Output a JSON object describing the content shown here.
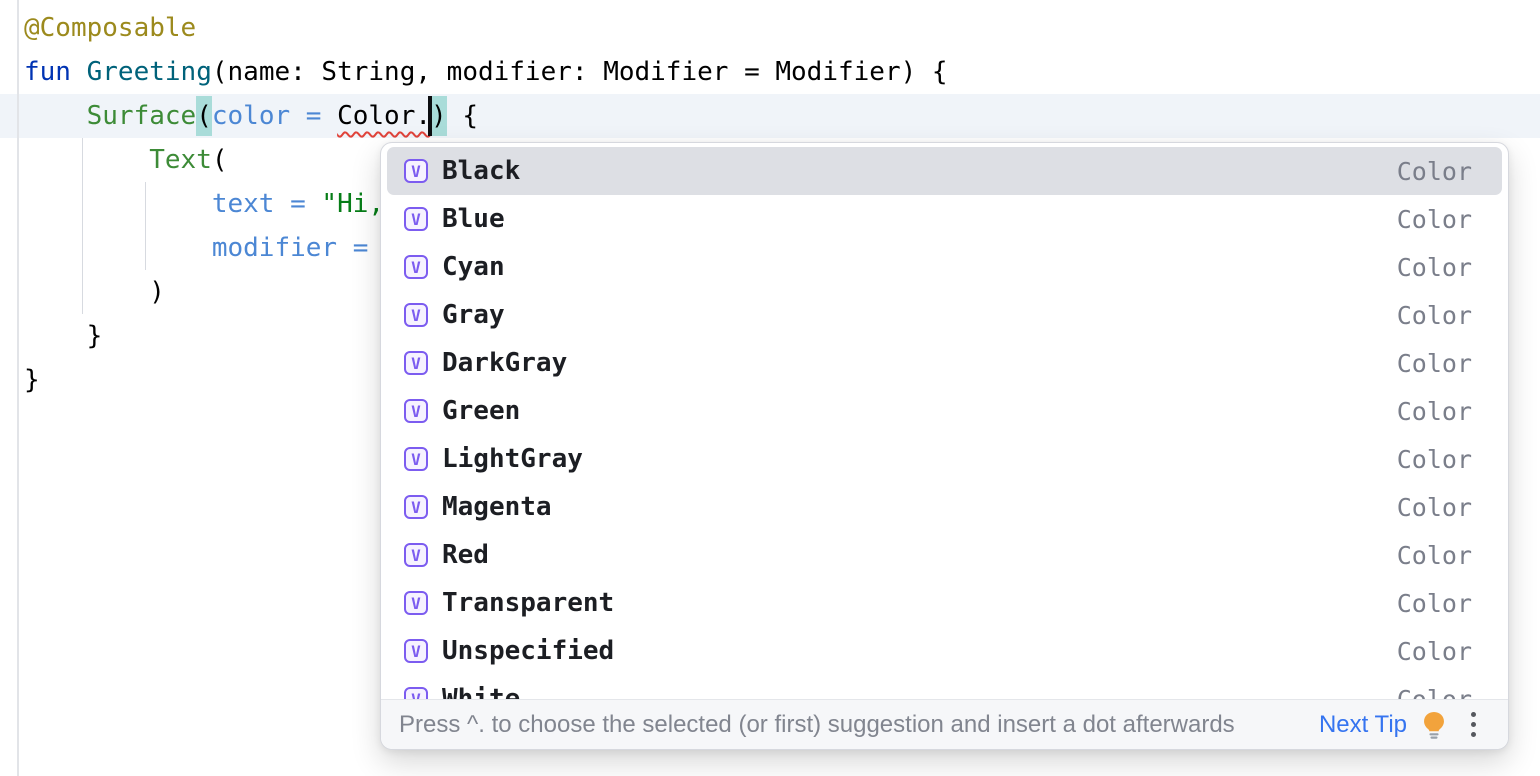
{
  "editor": {
    "background": "#ffffff",
    "current_line_color": "#F0F4F9",
    "caret_color": "#0D0E11",
    "brace_match_color": "#A9DCD9",
    "error_squiggle_color": "#E0433A",
    "token_colors": {
      "annotation": "#9C8A1D",
      "keyword": "#0033B3",
      "function_decl": "#00627A",
      "composable_call": "#3D8B37",
      "named_arg": "#4C87D4",
      "string": "#067D17",
      "plain": "#000000"
    },
    "lines": [
      {
        "tokens": [
          {
            "t": "@Composable",
            "c": "annotation"
          }
        ]
      },
      {
        "tokens": [
          {
            "t": "fun",
            "c": "keyword"
          },
          {
            "t": " ",
            "c": "plain"
          },
          {
            "t": "Greeting",
            "c": "function_decl"
          },
          {
            "t": "(name: String, modifier: Modifier = Modifier) {",
            "c": "plain"
          }
        ]
      },
      {
        "tokens": [
          {
            "t": "    ",
            "c": "plain"
          },
          {
            "t": "Surface",
            "c": "composable_call"
          },
          {
            "t": "(",
            "c": "plain",
            "hl": true
          },
          {
            "t": "color = ",
            "c": "named_arg"
          },
          {
            "t": "Color.",
            "c": "plain",
            "sq": true
          },
          {
            "t": ")",
            "c": "plain",
            "hl": true
          },
          {
            "t": " {",
            "c": "plain"
          }
        ]
      },
      {
        "tokens": [
          {
            "t": "        ",
            "c": "plain"
          },
          {
            "t": "Text",
            "c": "composable_call"
          },
          {
            "t": "(",
            "c": "plain"
          }
        ]
      },
      {
        "tokens": [
          {
            "t": "            ",
            "c": "plain"
          },
          {
            "t": "text = ",
            "c": "named_arg"
          },
          {
            "t": "\"Hi,",
            "c": "string"
          }
        ]
      },
      {
        "tokens": [
          {
            "t": "            ",
            "c": "plain"
          },
          {
            "t": "modifier = ",
            "c": "named_arg"
          }
        ]
      },
      {
        "tokens": [
          {
            "t": "        )",
            "c": "plain"
          }
        ]
      },
      {
        "tokens": [
          {
            "t": "    }",
            "c": "plain"
          }
        ]
      },
      {
        "tokens": [
          {
            "t": "}",
            "c": "plain"
          }
        ]
      }
    ]
  },
  "completion_popup": {
    "colors": {
      "selection_bg": "#DDDFE4",
      "icon_purple": "#7C5CF0",
      "type_label_gray": "#7A7E8A",
      "link_blue": "#3574F0"
    },
    "item_icon": {
      "name": "value-icon",
      "letter": "V"
    },
    "items": [
      {
        "label": "Black",
        "type": "Color",
        "selected": true
      },
      {
        "label": "Blue",
        "type": "Color",
        "selected": false
      },
      {
        "label": "Cyan",
        "type": "Color",
        "selected": false
      },
      {
        "label": "Gray",
        "type": "Color",
        "selected": false
      },
      {
        "label": "DarkGray",
        "type": "Color",
        "selected": false
      },
      {
        "label": "Green",
        "type": "Color",
        "selected": false
      },
      {
        "label": "LightGray",
        "type": "Color",
        "selected": false
      },
      {
        "label": "Magenta",
        "type": "Color",
        "selected": false
      },
      {
        "label": "Red",
        "type": "Color",
        "selected": false
      },
      {
        "label": "Transparent",
        "type": "Color",
        "selected": false
      },
      {
        "label": "Unspecified",
        "type": "Color",
        "selected": false
      },
      {
        "label": "White",
        "type": "Color",
        "selected": false
      }
    ],
    "hint_bar": {
      "message": "Press ^. to choose the selected (or first) suggestion and insert a dot afterwards",
      "next_tip_label": "Next Tip"
    }
  }
}
